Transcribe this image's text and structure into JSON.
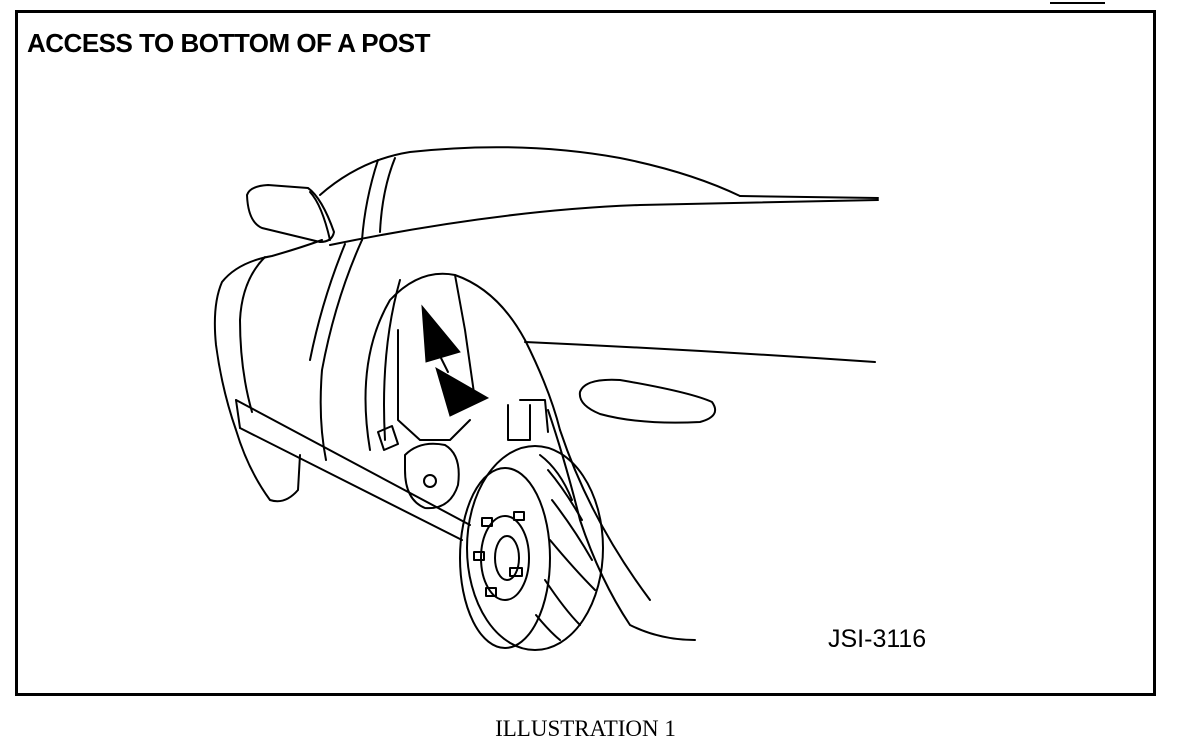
{
  "diagram": {
    "title": "ACCESS TO BOTTOM OF A POST",
    "figure_code": "JSI-3116",
    "caption": "ILLUSTRATION 1"
  }
}
